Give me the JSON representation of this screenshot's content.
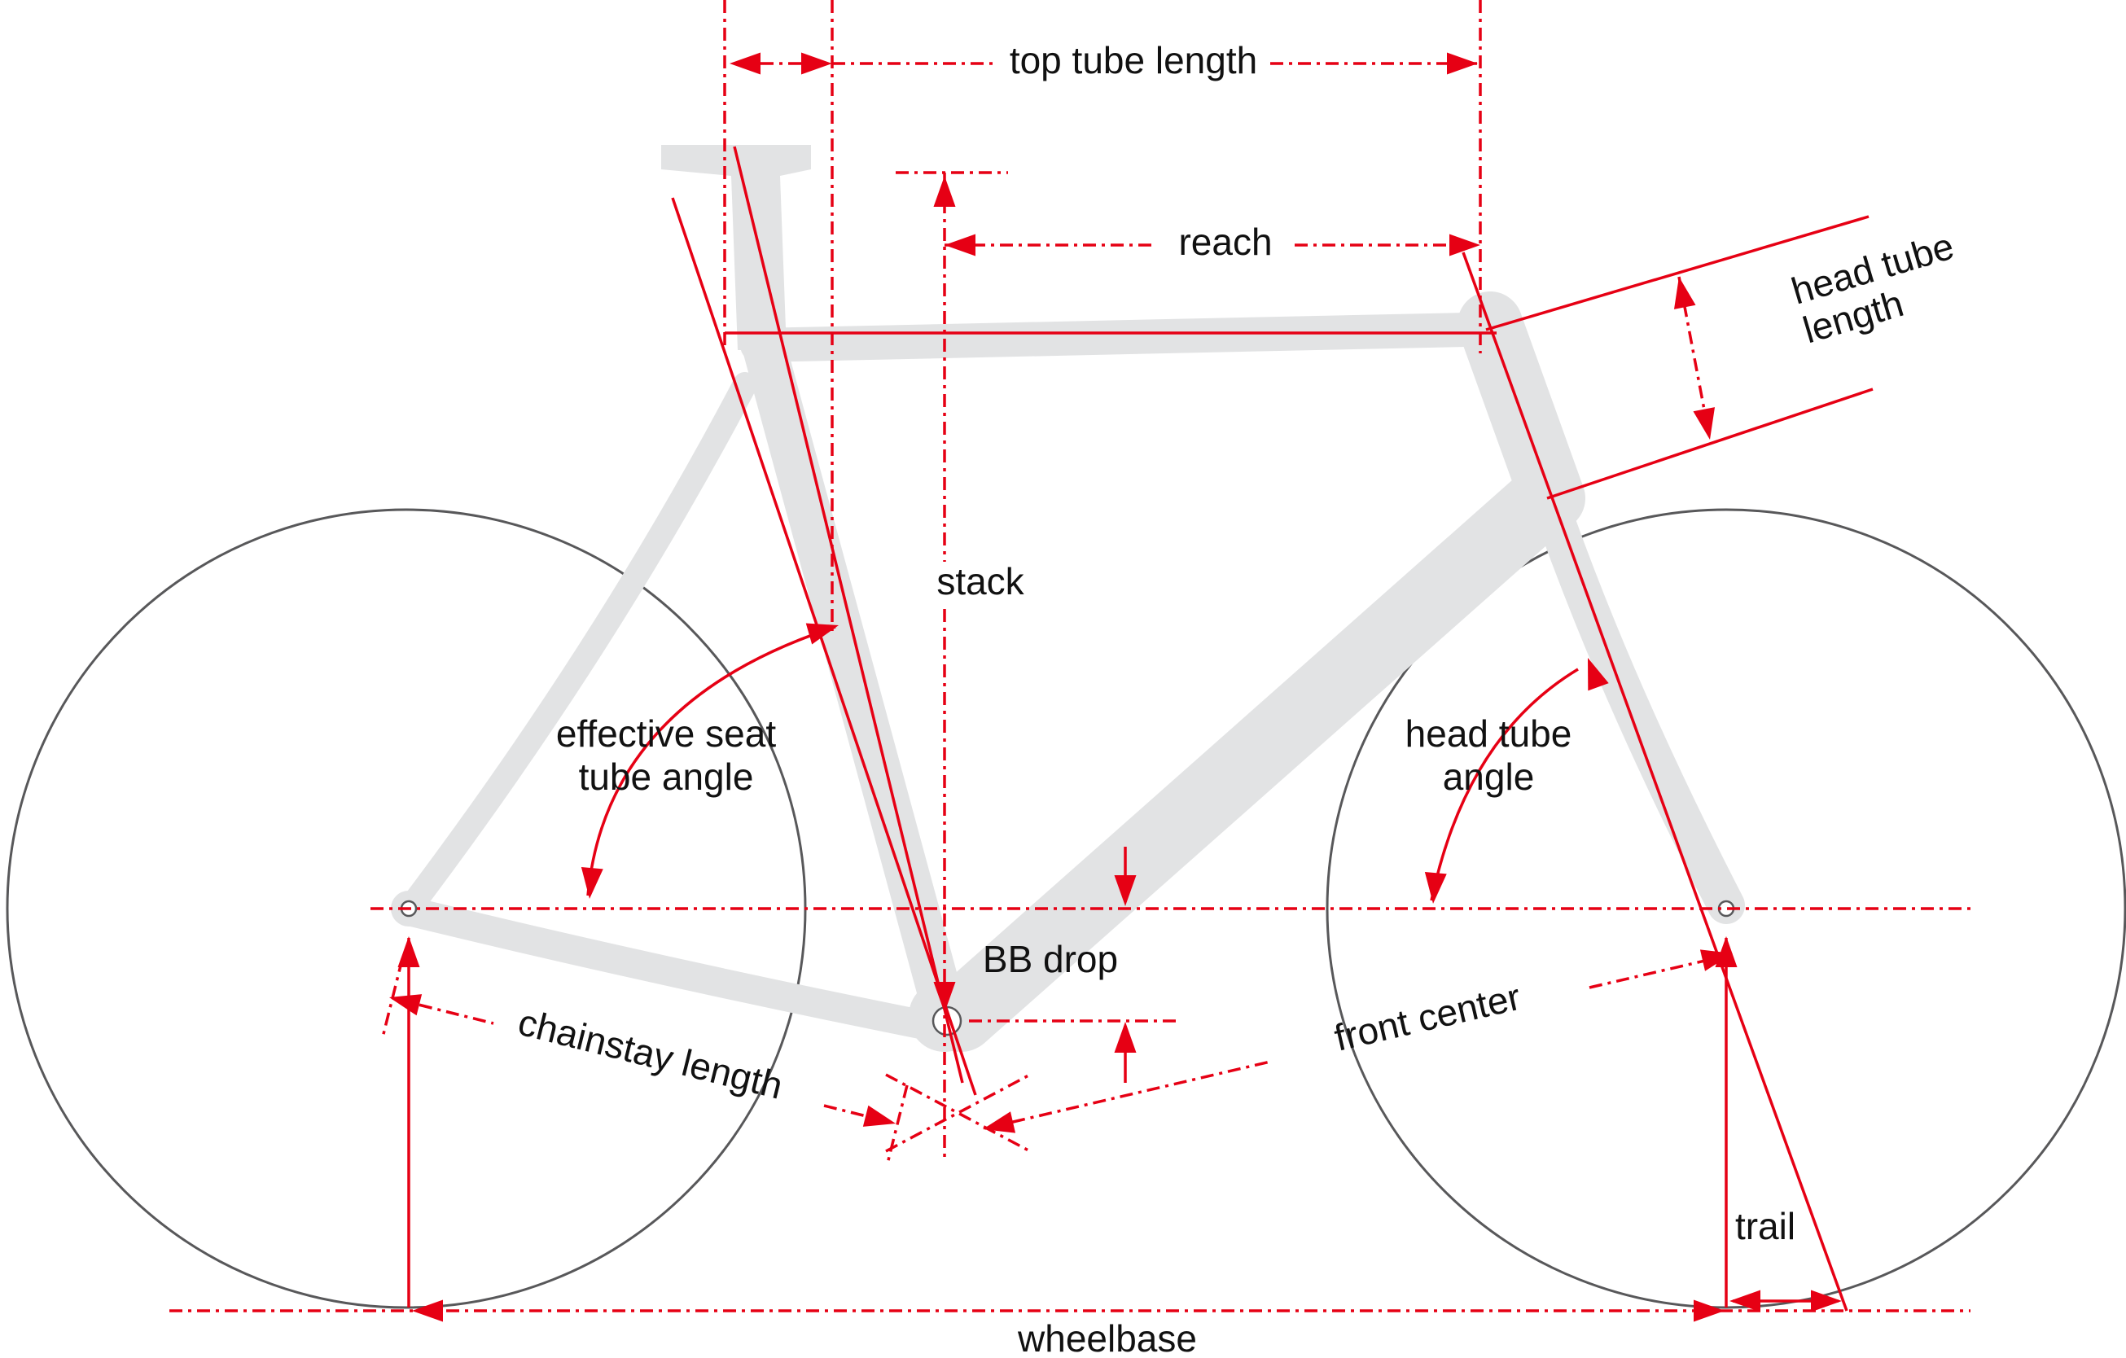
{
  "diagram": {
    "type": "bicycle-frame-geometry",
    "labels": {
      "top_tube_length": "top tube length",
      "reach": "reach",
      "head_tube_length_1": "head tube",
      "head_tube_length_2": "length",
      "stack": "stack",
      "esta_1": "effective seat",
      "esta_2": "tube angle",
      "hta_1": "head tube",
      "hta_2": "angle",
      "bb_drop": "BB drop",
      "chainstay_length": "chainstay length",
      "front_center": "front center",
      "trail": "trail",
      "wheelbase": "wheelbase"
    },
    "colors": {
      "red": "#e60014",
      "frame": "#e2e3e4",
      "wheel": "#58585a",
      "ink": "#111111",
      "bg": "#ffffff"
    }
  }
}
